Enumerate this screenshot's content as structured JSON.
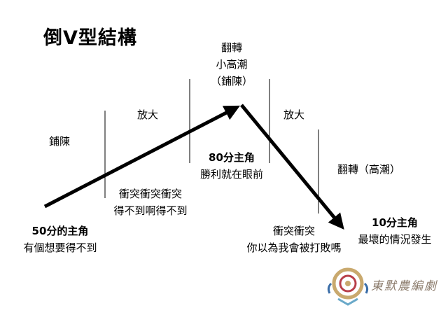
{
  "title": "倒V型結構",
  "top_label": {
    "line1": "翻轉",
    "line2": "小高潮",
    "line3": "（鋪陳）"
  },
  "sections": {
    "setup": "鋪陳",
    "expand_1": "放大",
    "expand_2": "放大",
    "climax": "翻轉（高潮）"
  },
  "peak_note": {
    "line1": "80分主角",
    "line2": "勝利就在眼前"
  },
  "rising_note": {
    "line1": "衝突衝突衝突",
    "line2": "得不到啊得不到"
  },
  "start_note": {
    "line1": "50分的主角",
    "line2": "有個想要得不到"
  },
  "falling_note": {
    "line1": "衝突衝突",
    "line2": "你以為我會被打敗嗎"
  },
  "end_note": {
    "line1": "10分主角",
    "line2": "最壞的情況發生"
  },
  "logo": {
    "text": "東默農編劇"
  }
}
